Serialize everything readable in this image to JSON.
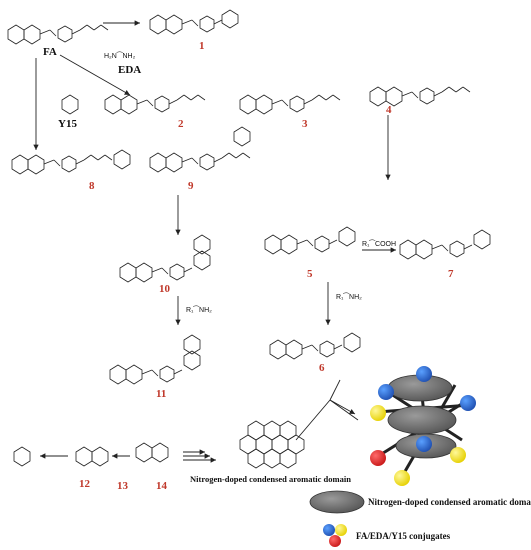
{
  "labels": {
    "fa": "FA",
    "eda": "EDA",
    "y15": "Y15",
    "c1": "1",
    "c2": "2",
    "c3": "3",
    "c4": "4",
    "c5": "5",
    "c6": "6",
    "c7": "7",
    "c8": "8",
    "c9": "9",
    "c10": "10",
    "c11": "11",
    "c12": "12",
    "c13": "13",
    "c14": "14"
  },
  "reagents": {
    "eda_formula": "H₂N⁀NH₂",
    "r1nh2_a": "R₁⁀NH₂",
    "r1cooh": "R₁⁀COOH",
    "r1nh2_b": "R₁⁀NH₂"
  },
  "domain_caption": "Nitrogen-doped condensed aromatic domain",
  "legend": {
    "domain": "Nitrogen-doped condensed aromatic domain",
    "conjugates": "FA/EDA/Y15 conjugates"
  },
  "colors": {
    "red_label": "#c0392b",
    "sphere_blue": "#1f5fbf",
    "sphere_yellow": "#f2e21a",
    "sphere_red": "#e02020",
    "disc": "#6f6f6f"
  }
}
